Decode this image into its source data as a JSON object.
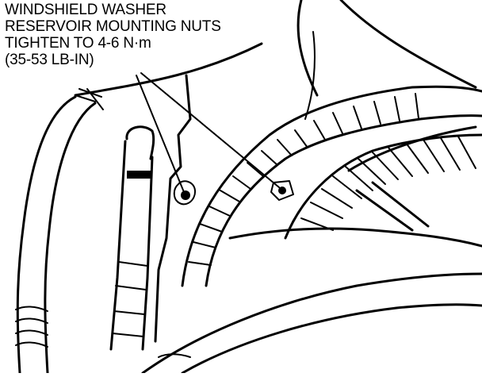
{
  "callout": {
    "line1": "WINDSHIELD WASHER",
    "line2": "RESERVOIR MOUNTING NUTS",
    "line3": "TIGHTEN TO 4-6 N·m",
    "line4": "(35-53 LB-IN)"
  }
}
